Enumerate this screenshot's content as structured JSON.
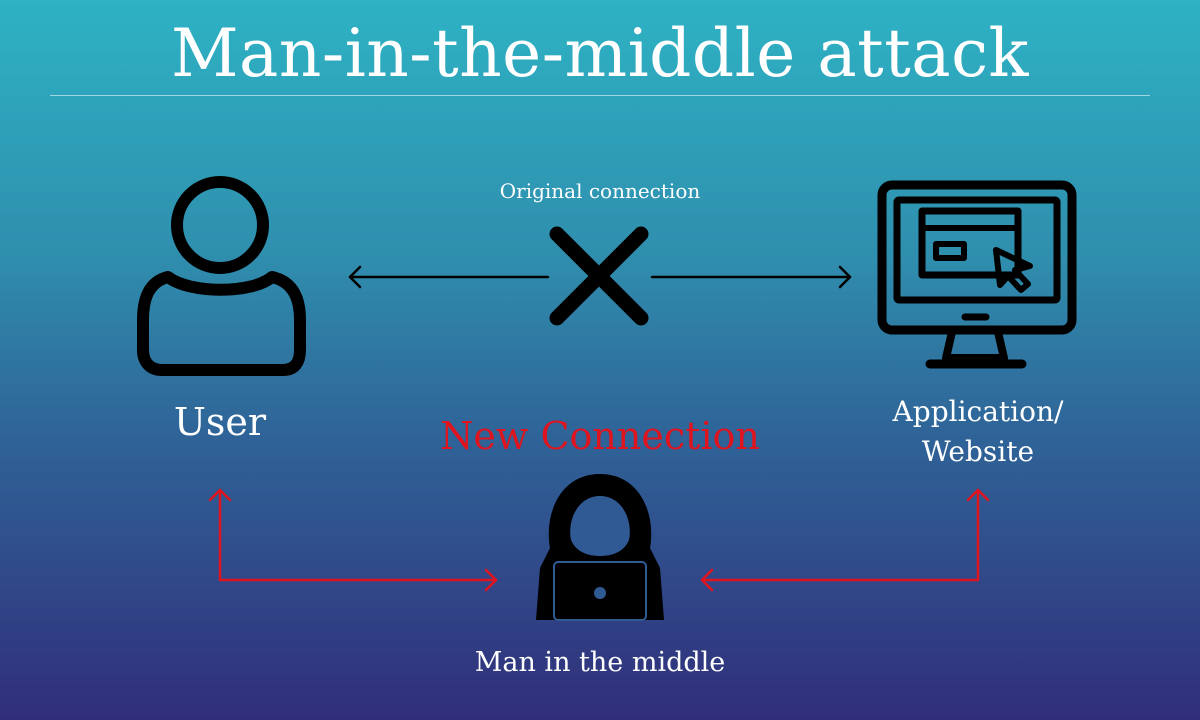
{
  "diagram": {
    "title": "Man-in-the-middle attack",
    "nodes": {
      "user": {
        "label": "User",
        "icon": "user-icon"
      },
      "app": {
        "label_line1": "Application/",
        "label_line2": "Website",
        "icon": "desktop-computer-icon"
      },
      "attacker": {
        "label": "Man in the middle",
        "icon": "hooded-hacker-icon"
      }
    },
    "edges": {
      "original": {
        "label": "Original connection",
        "status": "blocked",
        "marker": "x-icon"
      },
      "new": {
        "label": "New Connection"
      }
    },
    "colors": {
      "gradient_top": "#2eb2c4",
      "gradient_bottom": "#302e7a",
      "text": "#ffffff",
      "icon_stroke": "#000000",
      "attack_path": "#e0141e"
    }
  }
}
